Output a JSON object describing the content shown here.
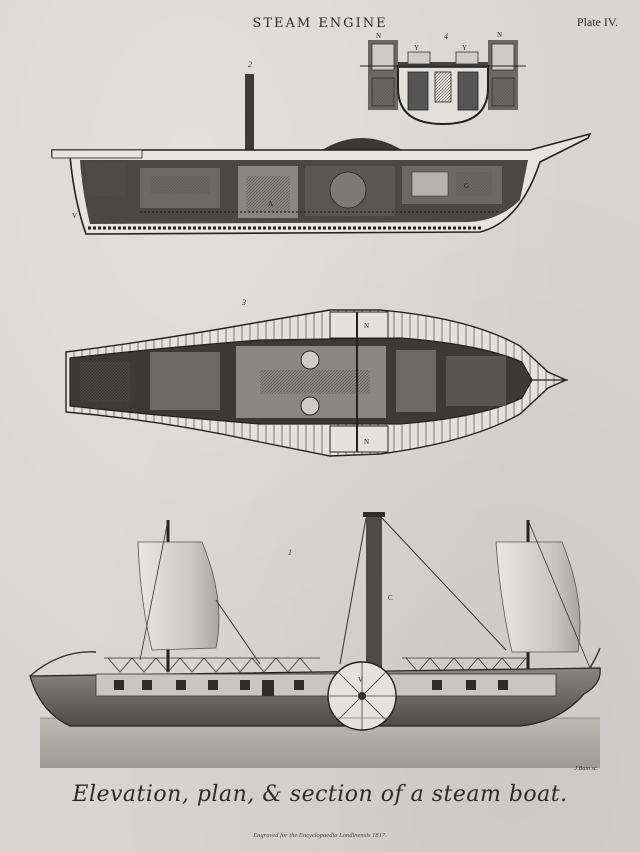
{
  "header": {
    "title": "STEAM ENGINE",
    "plate": "Plate IV."
  },
  "figures": {
    "fig1": "1",
    "fig2": "2",
    "fig3": "3",
    "fig4": "4"
  },
  "labels": {
    "n_left": "N",
    "n_right": "N",
    "y_left": "Y",
    "y_right": "Y",
    "a_section": "A",
    "v_section": "V",
    "g_section": "G",
    "n_plan_top": "N",
    "n_plan_bottom": "N",
    "c_elev": "C",
    "v_elev": "V"
  },
  "caption": "Elevation, plan, & section of a steam boat.",
  "engraver": "J.Bain sc.",
  "imprint": "Engraved for the Encyclopaedia Londinensis 1817."
}
